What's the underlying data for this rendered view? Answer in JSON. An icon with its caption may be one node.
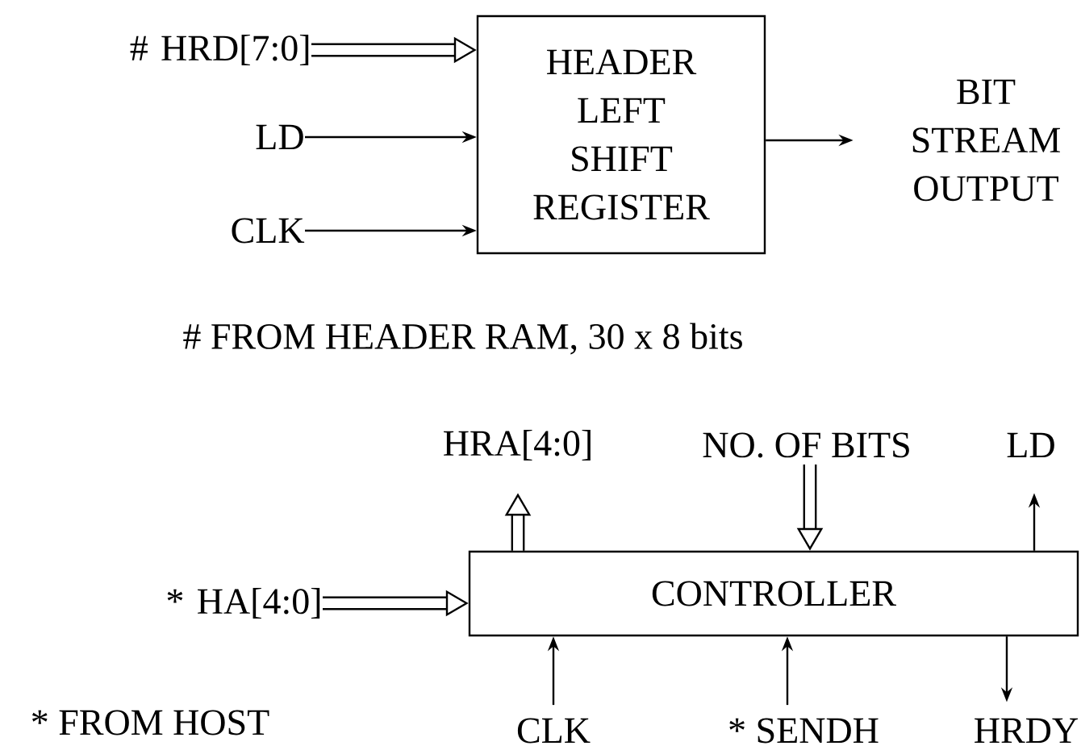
{
  "diagram": {
    "nodes": [
      {
        "text": [
          "# HRD[7:0]"
        ]
      },
      {
        "text": [
          "LD"
        ]
      },
      {
        "text": [
          "CLK"
        ]
      },
      {
        "text": [
          "HEADER LEFT SHIFT REGISTER"
        ]
      },
      {
        "text": [
          "BIT STREAM OUTPUT"
        ]
      },
      {
        "text": [
          "HRA[4:0]"
        ]
      },
      {
        "text": [
          "NO. OF BITS"
        ]
      },
      {
        "text": [
          "LD"
        ]
      },
      {
        "text": [
          "* HA[4:0]"
        ]
      },
      {
        "text": [
          "CONTROLLER"
        ]
      },
      {
        "text": [
          "CLK"
        ]
      },
      {
        "text": [
          "* SENDH"
        ]
      },
      {
        "text": [
          "HRDY"
        ]
      }
    ],
    "edges": [
      {
        "from": 0,
        "to": 3,
        "arrow": "to",
        "style": "thick"
      },
      {
        "from": 1,
        "to": 3,
        "arrow": "to"
      },
      {
        "from": 2,
        "to": 3,
        "arrow": "to"
      },
      {
        "from": 3,
        "to": 4,
        "arrow": "to"
      },
      {
        "from": 9,
        "to": 5,
        "arrow": "to",
        "style": "thick"
      },
      {
        "from": 6,
        "to": 9,
        "arrow": "to",
        "style": "thick"
      },
      {
        "from": 9,
        "to": 7,
        "arrow": "to"
      },
      {
        "from": 8,
        "to": 9,
        "arrow": "to",
        "style": "thick"
      },
      {
        "from": 10,
        "to": 9,
        "arrow": "to"
      },
      {
        "from": 11,
        "to": 9,
        "arrow": "to"
      },
      {
        "from": 9,
        "to": 12,
        "arrow": "to"
      }
    ],
    "labels": [
      "# FROM HEADER RAM, 30 x 8 bits",
      "* FROM HOST"
    ]
  }
}
